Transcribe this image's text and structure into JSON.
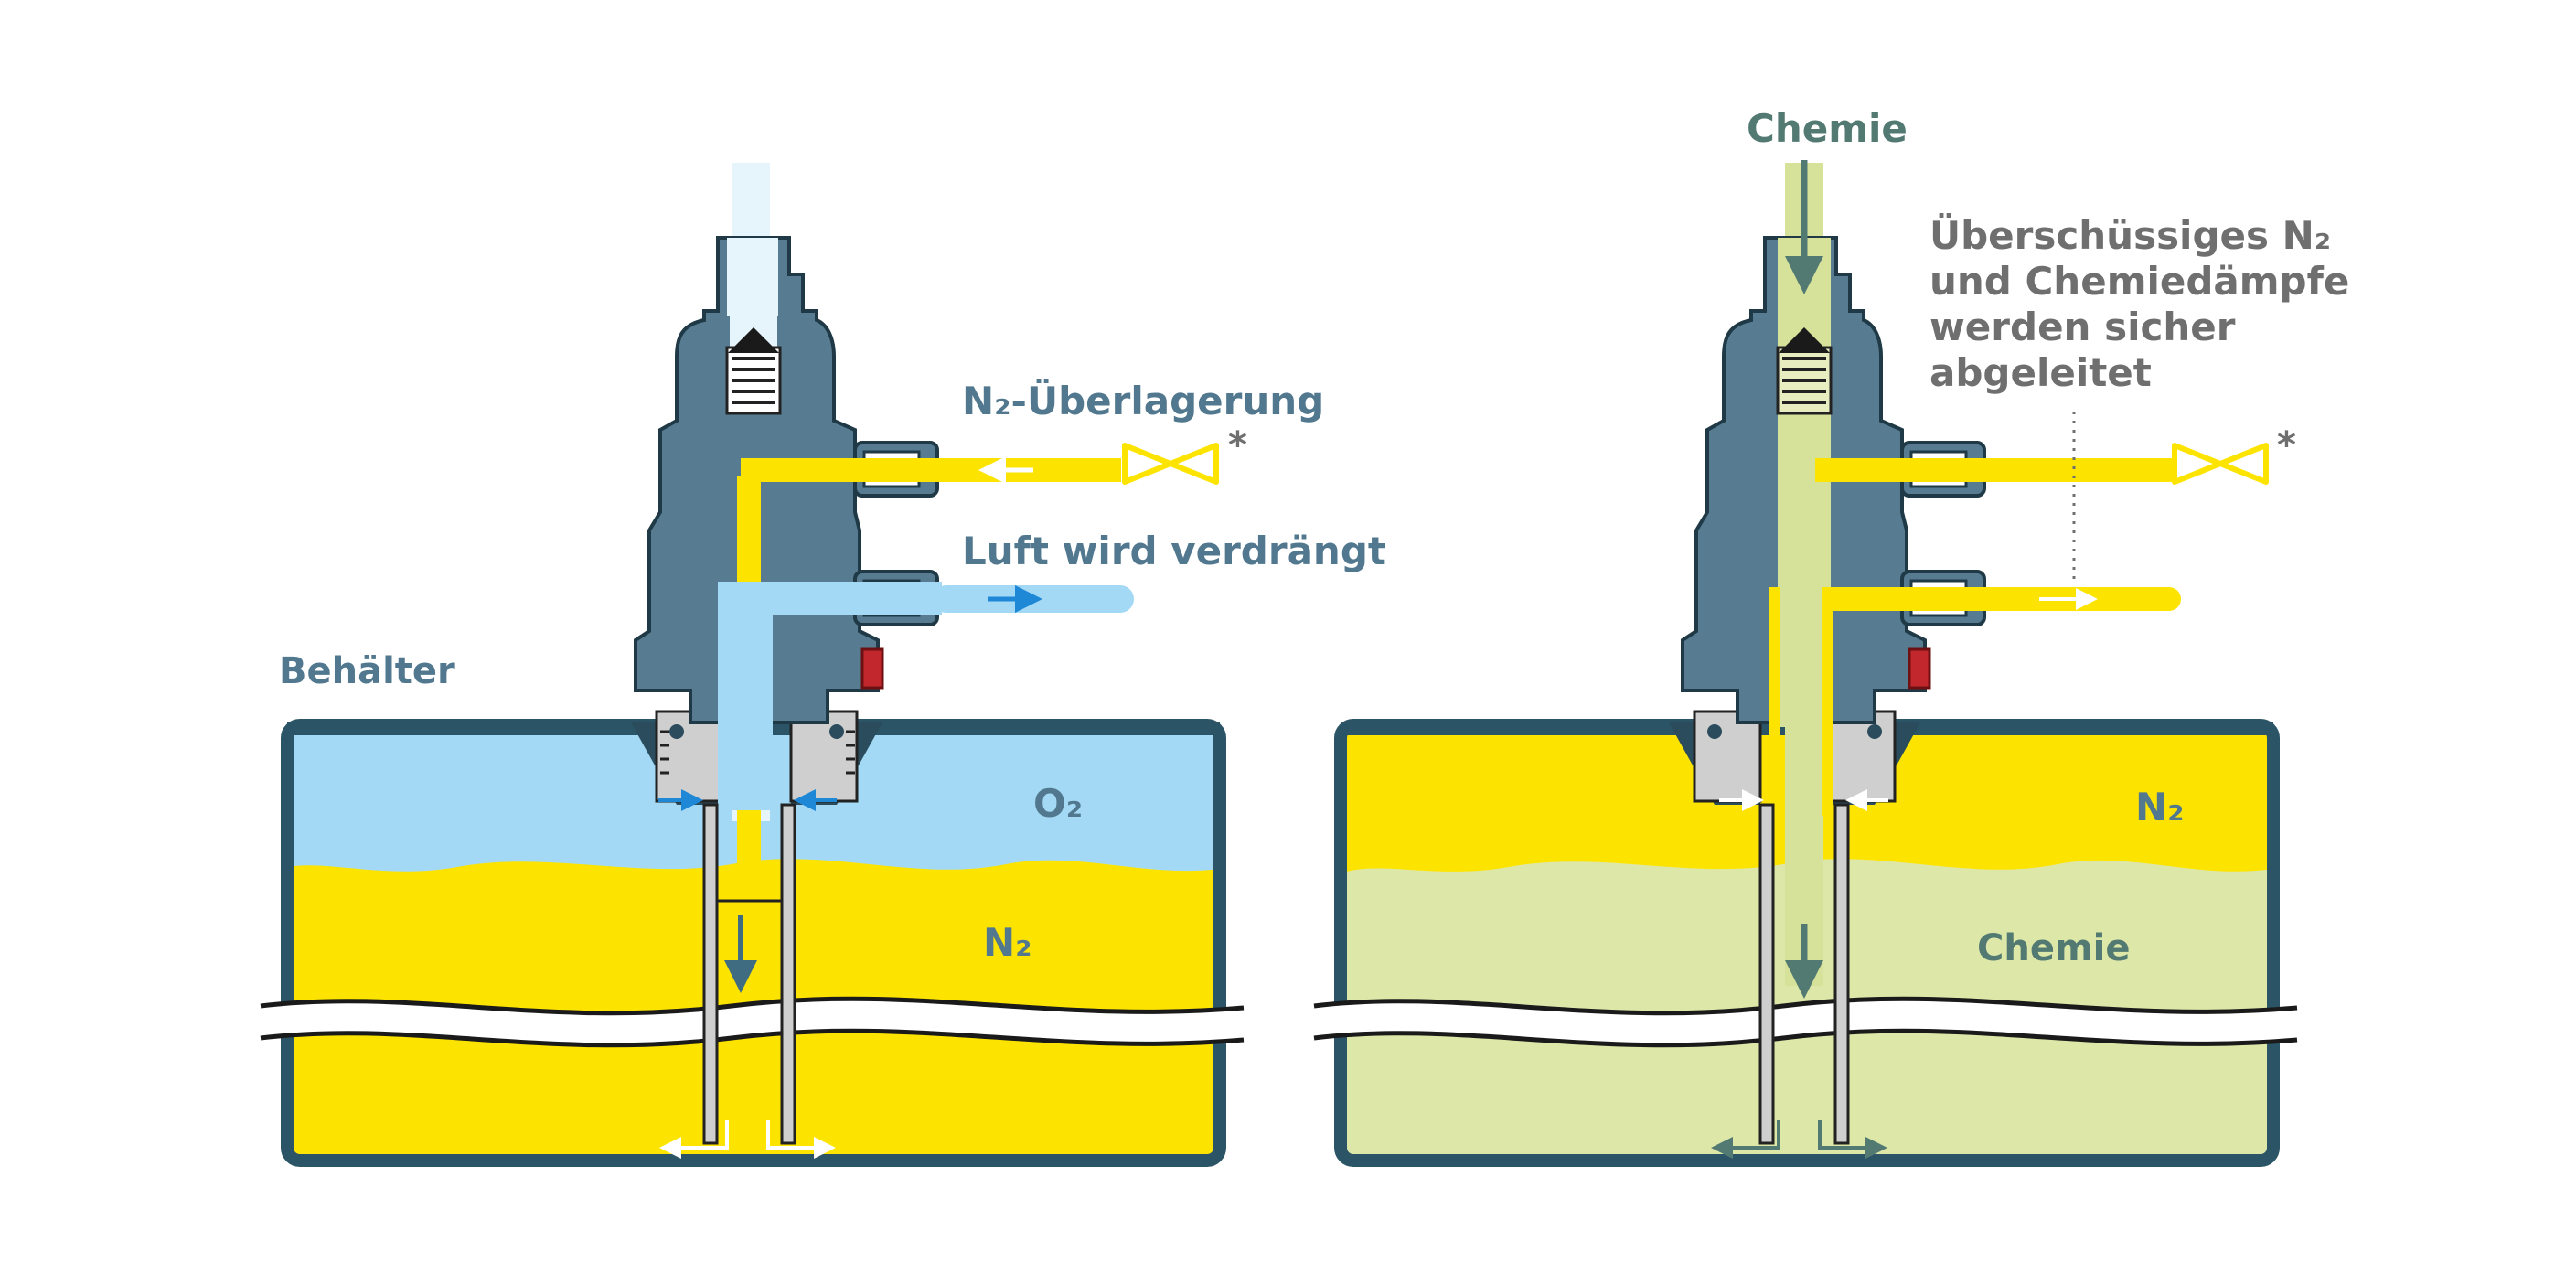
{
  "colors": {
    "yellow": "#fde400",
    "air": "#a3d9f5",
    "chem": "#dde7a8",
    "chem_dark": "#d6e19a",
    "steel": "#577c91",
    "steel_dark": "#2b4c5c",
    "tank_border": "#2b5566",
    "grey": "#cfcfcf",
    "red": "#c1272d",
    "label_blue": "#51788e",
    "label_green": "#527a72",
    "label_grey": "#6f6f6f"
  },
  "left": {
    "container_label": "Behälter",
    "n2_supply_label": "N₂-Überlagerung",
    "air_out_label": "Luft wird verdrängt",
    "o2_label": "O₂",
    "n2_label": "N₂",
    "valve_mark": "*"
  },
  "right": {
    "chem_in_label": "Chemie",
    "exhaust_label": [
      "Überschüssiges N₂",
      "und Chemiedämpfe",
      "werden sicher",
      "abgeleitet"
    ],
    "n2_label": "N₂",
    "chem_label": "Chemie",
    "valve_mark": "*"
  },
  "icons": [
    "valve-icon",
    "flow-arrow-icon",
    "spring-icon",
    "check-valve-icon"
  ]
}
